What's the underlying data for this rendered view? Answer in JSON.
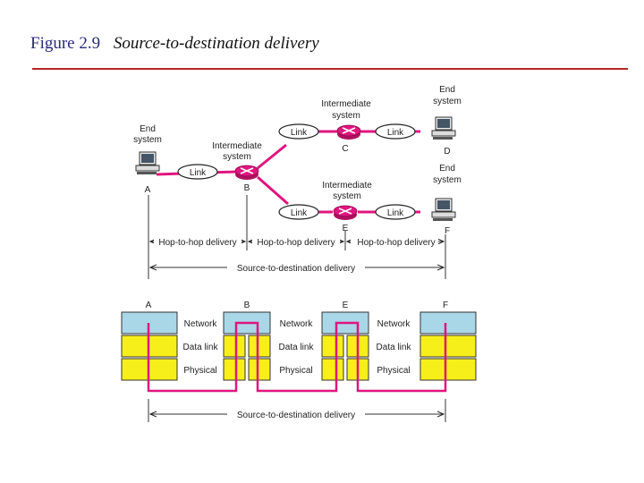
{
  "title": {
    "number": "Figure 2.9",
    "caption": "Source-to-destination delivery"
  },
  "colors": {
    "title": "#2a2a78",
    "rule": "#b52828",
    "path": "#e0157f",
    "network_layer": "#a9d7e8",
    "data_link_layer": "#f7ef1a",
    "physical_layer": "#f7ef1a",
    "router": "#e0157f"
  },
  "top_diagram": {
    "nodes": {
      "A": {
        "label": "End system",
        "id": "A"
      },
      "B": {
        "label": "Intermediate system",
        "id": "B"
      },
      "C": {
        "label": "Intermediate system",
        "id": "C"
      },
      "D": {
        "label": "End system",
        "id": "D"
      },
      "E": {
        "label": "Intermediate system",
        "id": "E"
      },
      "F": {
        "label": "End system",
        "id": "F"
      }
    },
    "link_label": "Link",
    "hop_label": "Hop-to-hop delivery",
    "delivery_label": "Source-to-destination delivery"
  },
  "bottom_diagram": {
    "node_ids": [
      "A",
      "B",
      "E",
      "F"
    ],
    "layers": [
      "Network",
      "Data link",
      "Physical"
    ],
    "delivery_label": "Source-to-destination delivery"
  },
  "icons": [
    "computer-icon",
    "router-icon"
  ]
}
